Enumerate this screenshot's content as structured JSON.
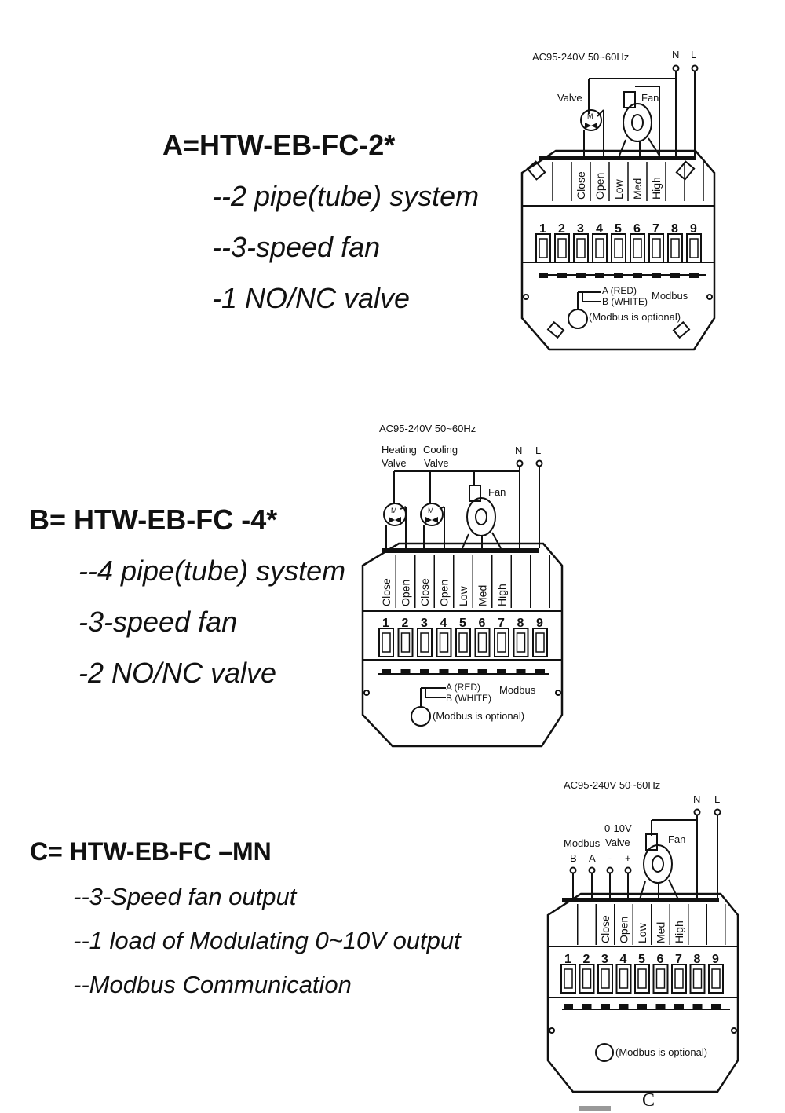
{
  "diagram_a": {
    "title": "A=HTW-EB-FC-2*",
    "features": [
      "--2 pipe(tube) system",
      "--3-speed fan",
      "-1 NO/NC valve"
    ],
    "power": "AC95-240V  50~60Hz",
    "n_label": "N",
    "l_label": "L",
    "valve_label": "Valve",
    "fan_label": "Fan",
    "m_label": "M",
    "terminals": [
      {
        "num": "1",
        "label": ""
      },
      {
        "num": "2",
        "label": ""
      },
      {
        "num": "3",
        "label": "Close"
      },
      {
        "num": "4",
        "label": "Open"
      },
      {
        "num": "5",
        "label": "Low"
      },
      {
        "num": "6",
        "label": "Med"
      },
      {
        "num": "7",
        "label": "High"
      },
      {
        "num": "8",
        "label": ""
      },
      {
        "num": "9",
        "label": ""
      }
    ],
    "modbus_a": "A (RED)",
    "modbus_b": "B (WHITE)",
    "modbus_label": "Modbus",
    "modbus_note": "(Modbus is optional)"
  },
  "diagram_b": {
    "title": "B= HTW-EB-FC -4*",
    "features": [
      "--4 pipe(tube) system",
      "-3-speed fan",
      "-2 NO/NC valve"
    ],
    "power": "AC95-240V  50~60Hz",
    "n_label": "N",
    "l_label": "L",
    "heating_valve_line1": "Heating",
    "heating_valve_line2": "Valve",
    "cooling_valve_line1": "Cooling",
    "cooling_valve_line2": "Valve",
    "fan_label": "Fan",
    "m_label": "M",
    "terminals": [
      {
        "num": "1",
        "label": "Close"
      },
      {
        "num": "2",
        "label": "Open"
      },
      {
        "num": "3",
        "label": "Close"
      },
      {
        "num": "4",
        "label": "Open"
      },
      {
        "num": "5",
        "label": "Low"
      },
      {
        "num": "6",
        "label": "Med"
      },
      {
        "num": "7",
        "label": "High"
      },
      {
        "num": "8",
        "label": ""
      },
      {
        "num": "9",
        "label": ""
      }
    ],
    "modbus_a": "A (RED)",
    "modbus_b": "B (WHITE)",
    "modbus_label": "Modbus",
    "modbus_note": "(Modbus is optional)"
  },
  "diagram_c": {
    "title": "C= HTW-EB-FC –MN",
    "features": [
      "--3-Speed fan output",
      "--1 load of Modulating 0~10V output",
      "--Modbus Communication"
    ],
    "power": "AC95-240V  50~60Hz",
    "n_label": "N",
    "l_label": "L",
    "modbus_label": "Modbus",
    "valve_line1": "0-10V",
    "valve_line2": "Valve",
    "fan_label": "Fan",
    "pin_labels": [
      "B",
      "A",
      "-",
      "+"
    ],
    "terminals": [
      {
        "num": "1",
        "label": ""
      },
      {
        "num": "2",
        "label": ""
      },
      {
        "num": "3",
        "label": "Close"
      },
      {
        "num": "4",
        "label": "Open"
      },
      {
        "num": "5",
        "label": "Low"
      },
      {
        "num": "6",
        "label": "Med"
      },
      {
        "num": "7",
        "label": "High"
      },
      {
        "num": "8",
        "label": ""
      },
      {
        "num": "9",
        "label": ""
      }
    ],
    "modbus_note": "(Modbus is optional)"
  },
  "footer_letter": "C"
}
